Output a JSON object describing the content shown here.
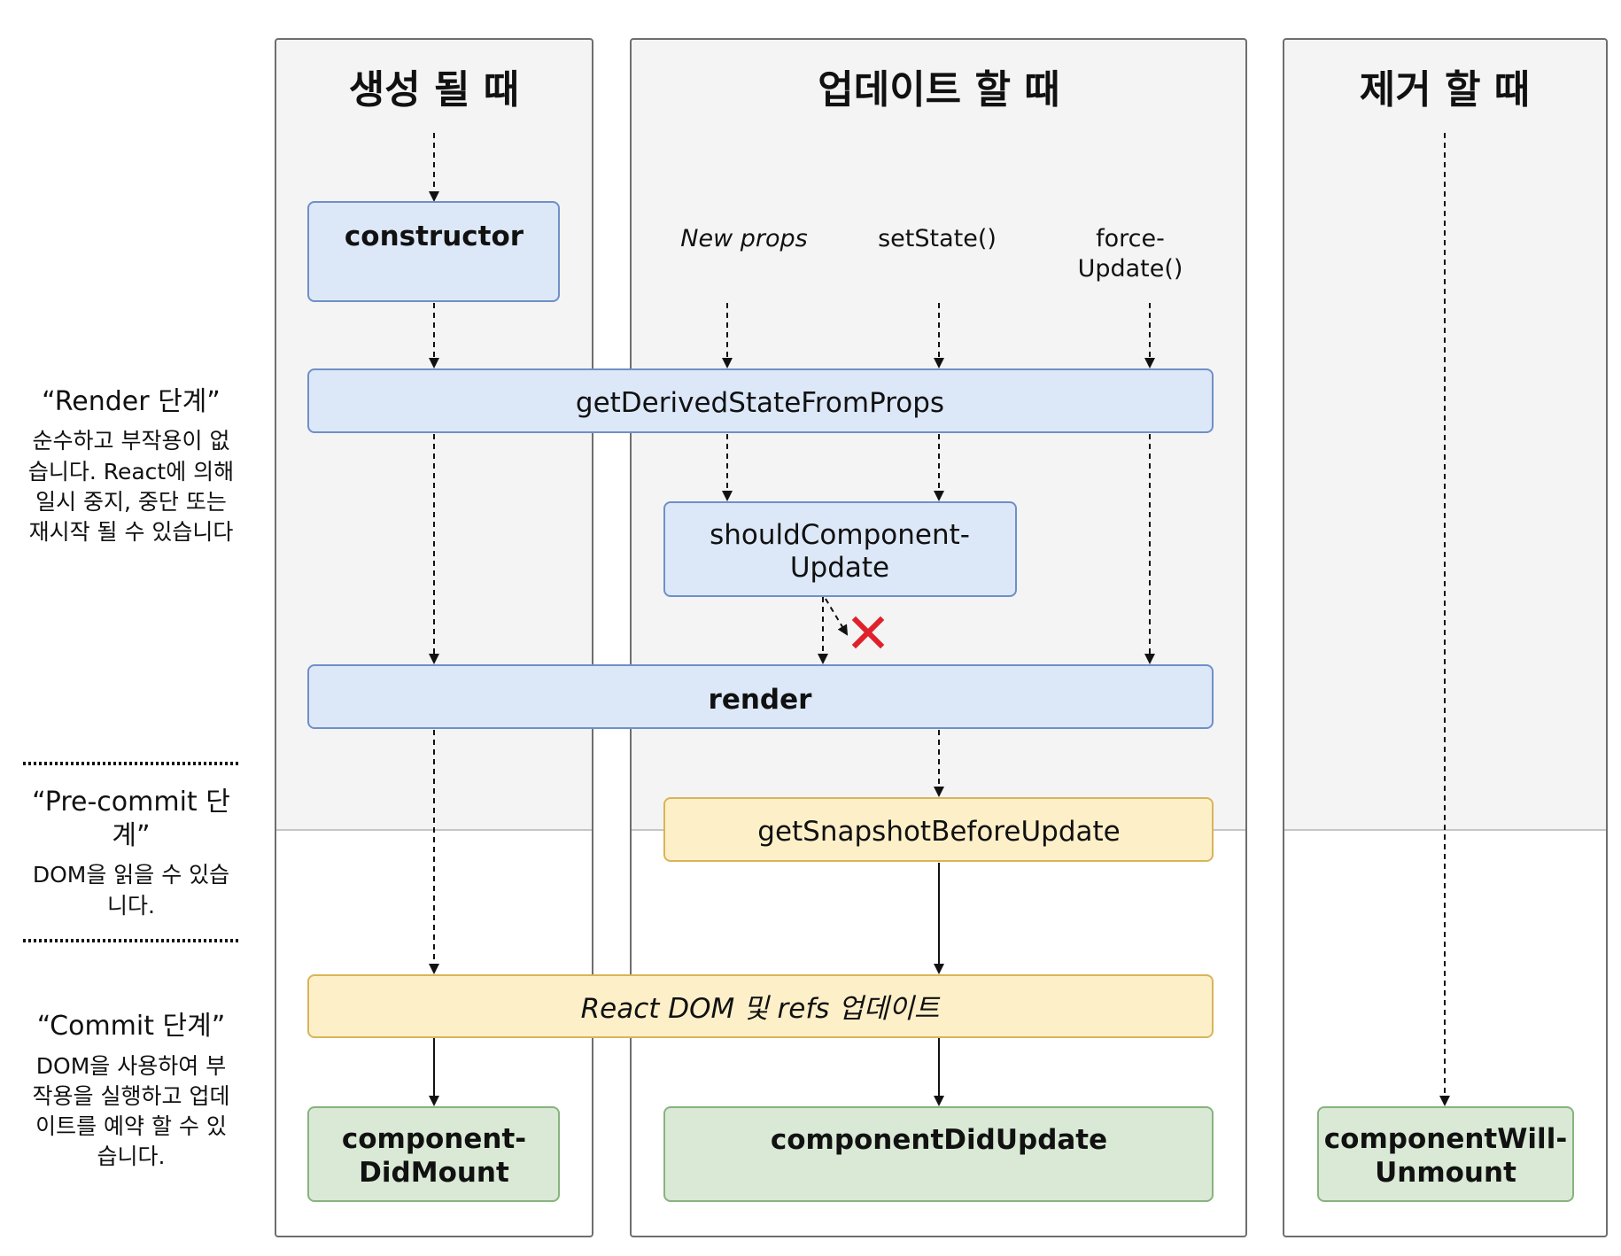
{
  "columns": {
    "mount_title": "생성 될 때",
    "update_title": "업데이트 할 때",
    "unmount_title": "제거 할 때"
  },
  "triggers": {
    "new_props": "New props",
    "set_state": "setState()",
    "force_update_line1": "force-",
    "force_update_line2": "Update()"
  },
  "methods": {
    "constructor": "constructor",
    "get_derived_state": "getDerivedStateFromProps",
    "should_update_line1": "shouldComponent-",
    "should_update_line2": "Update",
    "render": "render",
    "get_snapshot": "getSnapshotBeforeUpdate",
    "react_dom_update": "React DOM 및 refs 업데이트",
    "did_mount_line1": "component-",
    "did_mount_line2": "DidMount",
    "did_update": "componentDidUpdate",
    "will_unmount_line1": "componentWill-",
    "will_unmount_line2": "Unmount"
  },
  "phases": {
    "render": {
      "title": "“Render 단계”",
      "desc": [
        "순수하고 부작용이 없",
        "습니다. React에 의해",
        "일시 중지, 중단 또는",
        "재시작 될 수 있습니다"
      ]
    },
    "precommit": {
      "title_line1": "“Pre-commit 단",
      "title_line2": "계”",
      "desc": [
        "DOM을 읽을 수 있습",
        "니다."
      ]
    },
    "commit": {
      "title": "“Commit 단계”",
      "desc": [
        "DOM을 사용하여 부",
        "작용을 실행하고 업데",
        "이트를 예약 할 수 있",
        "습니다."
      ]
    }
  },
  "colors": {
    "render_phase_box": "#dce8f8",
    "precommit_box": "#fdf0c9",
    "commit_box": "#d9e9d5",
    "blocked_mark": "#e0202a"
  }
}
